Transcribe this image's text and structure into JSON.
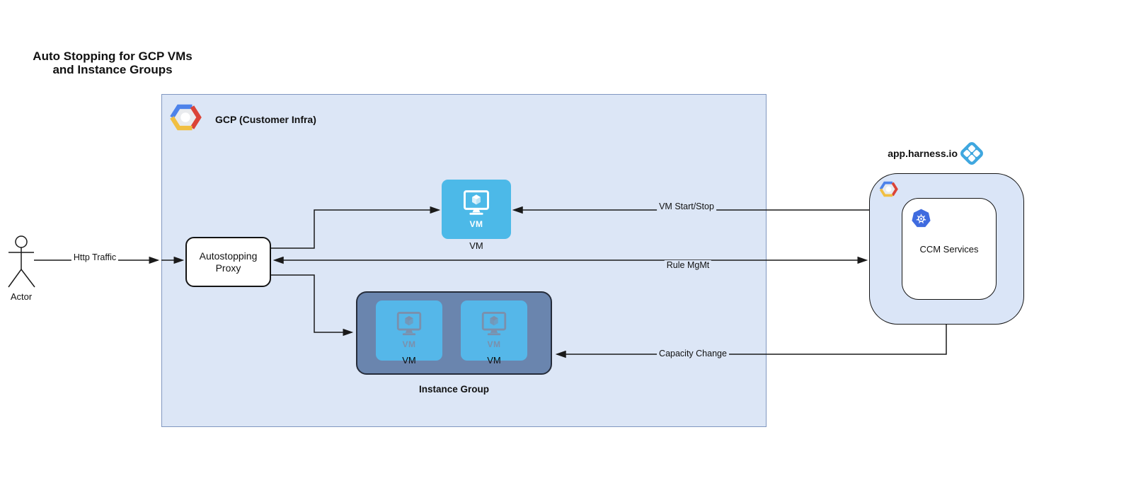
{
  "colors": {
    "canvas_bg": "#ffffff",
    "line": "#1a1a1a",
    "text": "#111111",
    "gcp_fill": "#dce6f6",
    "gcp_border": "#8097c0",
    "node_border": "#141414",
    "vm_blue": "#4cb9e8",
    "vm_blue_inner": "#55b7e9",
    "glyph_muted": "#7b90ac",
    "ig_fill": "#6a85ae",
    "ig_border": "#252c3a",
    "harness_fill": "#dae5f7",
    "harness_logo_blue": "#3fa7df",
    "k8s_blue": "#3f6bdf",
    "gcp_logo_blue": "#4e83ea",
    "gcp_logo_red": "#db4437",
    "gcp_logo_yellow": "#f1bf42",
    "gcp_logo_inner": "#e9ebee"
  },
  "title": {
    "line1": "Auto Stopping for GCP VMs",
    "line2": "and Instance Groups"
  },
  "actor": {
    "label": "Actor"
  },
  "edges": {
    "http_traffic": {
      "label": "Http Traffic"
    },
    "vm_start_stop": {
      "label": "VM Start/Stop"
    },
    "rule_mgmt": {
      "label": "Rule MgMt"
    },
    "capacity_change": {
      "label": "Capacity Change"
    }
  },
  "gcp": {
    "label": "GCP (Customer Infra)",
    "proxy": {
      "label": "Autostopping Proxy"
    },
    "vm": {
      "icon_label": "VM",
      "caption": "VM"
    },
    "instance_group": {
      "caption": "Instance Group",
      "vms": [
        {
          "icon_label": "VM",
          "caption": "VM"
        },
        {
          "icon_label": "VM",
          "caption": "VM"
        }
      ]
    }
  },
  "harness": {
    "title": "app.harness.io",
    "ccm": {
      "label": "CCM Services"
    }
  }
}
